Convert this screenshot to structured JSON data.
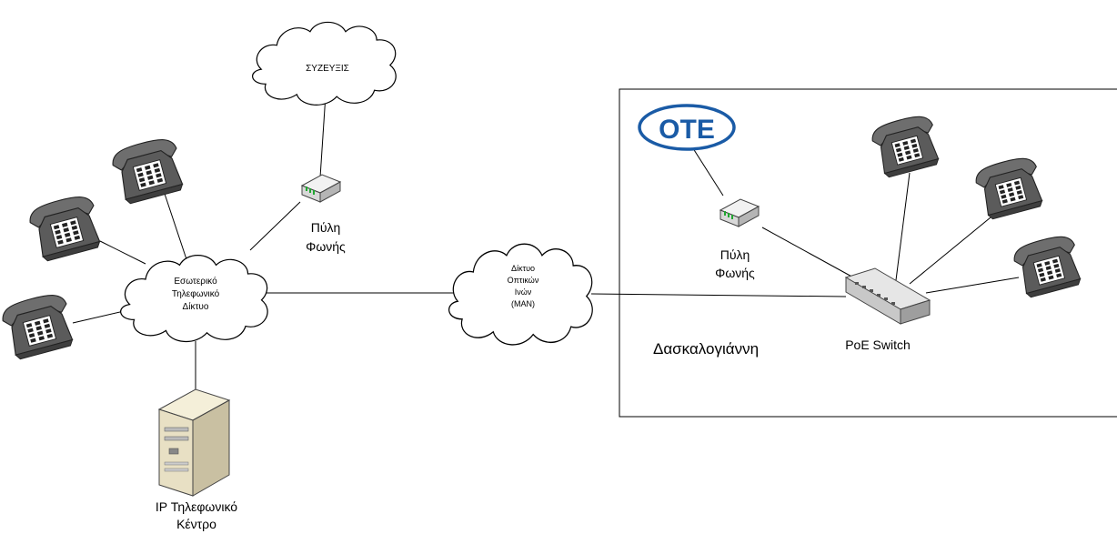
{
  "clouds": {
    "syzeuxeis": "ΣΥΖΕΥΞΙΣ",
    "internal_line1": "Εσωτερικό",
    "internal_line2": "Τηλεφωνικό",
    "internal_line3": "Δίκτυο",
    "man_line1": "Δίκτυο",
    "man_line2": "Οπτικών",
    "man_line3": "Ινών",
    "man_line4": "(MAN)"
  },
  "left_gateway": {
    "line1": "Πύλη",
    "line2": "Φωνής"
  },
  "pbx": {
    "line1": "IP Τηλεφωνικό",
    "line2": "Κέντρο"
  },
  "site": {
    "name": "Δασκαλογιάννη",
    "gateway_line1": "Πύλη",
    "gateway_line2": "Φωνής",
    "switch_label": "PoE Switch",
    "logo_text": "OTE"
  },
  "colors": {
    "logo_blue": "#1a5ba6",
    "phone_dark": "#5b5b5b",
    "gateway_green": "#22a832"
  }
}
